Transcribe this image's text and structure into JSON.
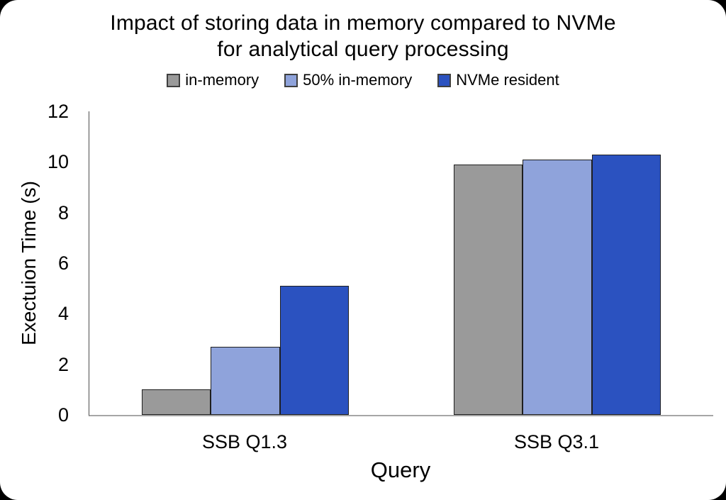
{
  "title": {
    "line1": "Impact of storing data in memory compared to NVMe",
    "line2": "for analytical query processing"
  },
  "chart_data": {
    "type": "bar",
    "title": "Impact of storing data in memory compared to NVMe for analytical query processing",
    "categories": [
      "SSB Q1.3",
      "SSB Q3.1"
    ],
    "series": [
      {
        "name": "in-memory",
        "color": "#9A9A9A",
        "values": [
          1.0,
          9.9
        ]
      },
      {
        "name": "50% in-memory",
        "color": "#8FA3DB",
        "values": [
          2.7,
          10.1
        ]
      },
      {
        "name": "NVMe resident",
        "color": "#2B52C0",
        "values": [
          5.1,
          10.3
        ]
      }
    ],
    "xlabel": "Query",
    "ylabel": "Exectuion Time (s)",
    "ylim": [
      0,
      12
    ],
    "yticks": [
      0,
      2,
      4,
      6,
      8,
      10,
      12
    ],
    "grid": false,
    "legend_position": "top"
  }
}
